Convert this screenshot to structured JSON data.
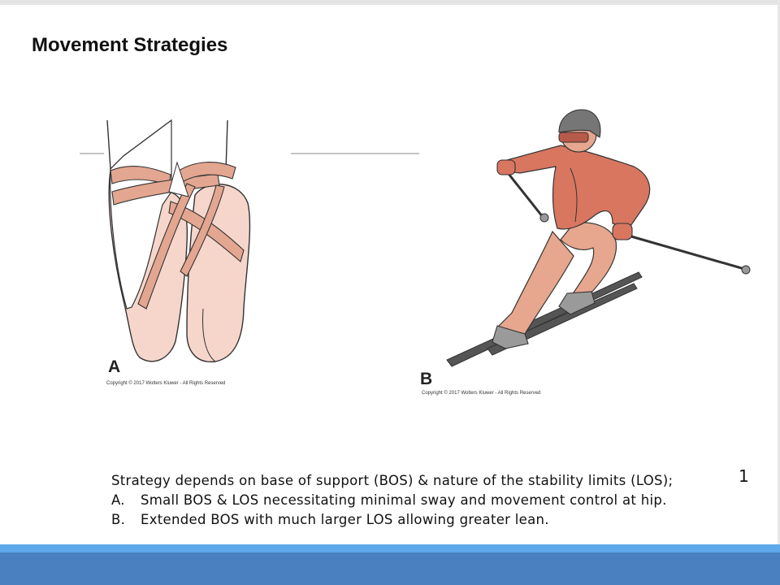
{
  "slide": {
    "title": "Movement Strategies",
    "slide_number": "1"
  },
  "figures": {
    "a": {
      "label": "A",
      "copyright": "Copyright © 2017 Wolters Kluwer - All Rights Reserved",
      "icon": "ballet-pointe-shoes-icon"
    },
    "b": {
      "label": "B",
      "copyright": "Copyright © 2017 Wolters Kluwer - All Rights Reserved",
      "icon": "skier-icon"
    }
  },
  "caption": {
    "intro": "Strategy depends on base of support (BOS) & nature of the stability limits (LOS);",
    "items": [
      {
        "marker": "A.",
        "text": "Small BOS & LOS necessitating minimal sway and movement control at hip."
      },
      {
        "marker": "B.",
        "text": "Extended BOS with much larger LOS allowing greater lean."
      }
    ]
  },
  "colors": {
    "footer_light": "#5da9e9",
    "footer_dark": "#4a80bf",
    "ribbon": "#e3a690",
    "shoe": "#f6d6cb",
    "jacket": "#d87660",
    "pants": "#e6a78e",
    "helmet": "#767676"
  }
}
